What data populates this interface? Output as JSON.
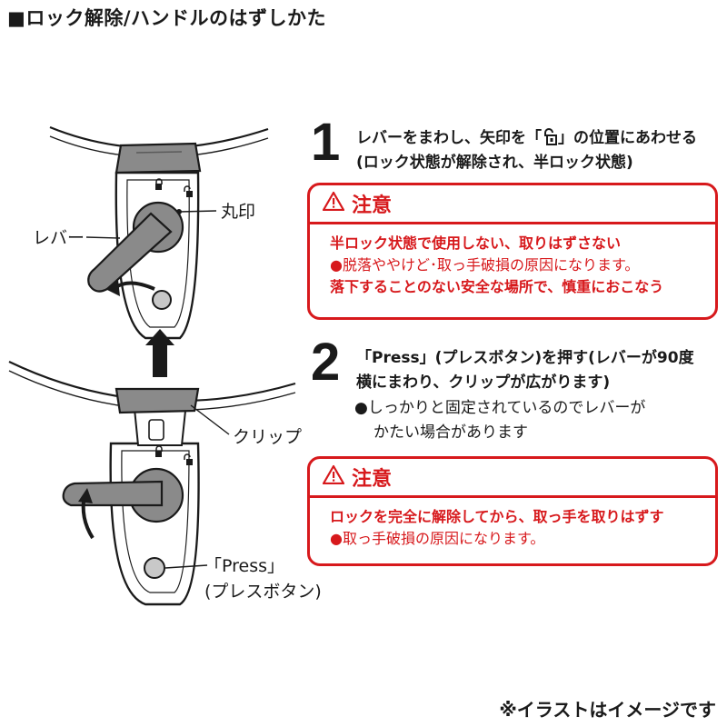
{
  "title": "■ロック解除/ハンドルのはずしかた",
  "labels": {
    "maru_in": "丸印",
    "lever": "レバー",
    "clip": "クリップ",
    "press_line1": "「Press」",
    "press_line2": "(プレスボタン)"
  },
  "step1": {
    "number": "1",
    "line1_pre": "レバーをまわし、矢印を「",
    "line1_post": "」の位置にあわせる",
    "line2": "(ロック状態が解除され、半ロック状態)"
  },
  "caution1": {
    "heading": "注意",
    "lines": [
      {
        "text": "半ロック状態で使用しない、取りはずさない",
        "strong": true
      },
      {
        "text": "●脱落ややけど･取っ手破損の原因になります。",
        "strong": false
      },
      {
        "text": "落下することのない安全な場所で、慎重におこなう",
        "strong": true
      }
    ]
  },
  "step2": {
    "number": "2",
    "line1": "「Press」(プレスボタン)を押す(レバーが90度",
    "line2": "横にまわり、クリップが広がります)",
    "bullet1": "●しっかりと固定されているのでレバーが",
    "bullet2": "かたい場合があります"
  },
  "caution2": {
    "heading": "注意",
    "lines": [
      {
        "text": "ロックを完全に解除してから、取っ手を取りはずす",
        "strong": true
      },
      {
        "text": "●取っ手破損の原因になります。",
        "strong": false
      }
    ]
  },
  "footer": "※イラストはイメージです",
  "colors": {
    "caution_red": "#d7191c",
    "ink": "#1a1a1a",
    "gray_part": "#8a8a8a",
    "light_gray": "#c8c8c8"
  }
}
